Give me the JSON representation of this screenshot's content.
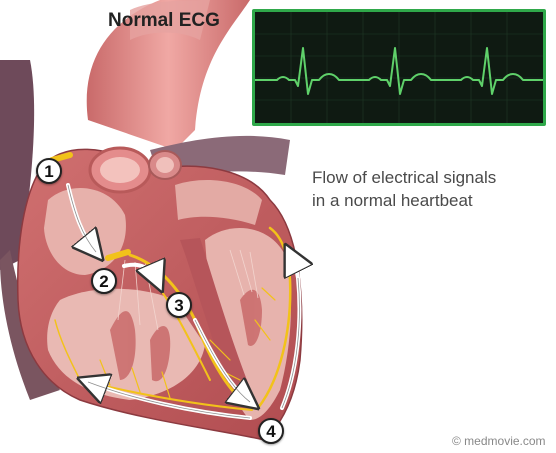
{
  "ecg": {
    "title": "Normal ECG",
    "trace_color": "#5fd16a",
    "screen_color": "#0f1a12",
    "frame_color": "#2fa84a"
  },
  "caption": {
    "line1": "Flow of electrical signals",
    "line2": "in a normal heartbeat"
  },
  "steps": [
    "1",
    "2",
    "3",
    "4"
  ],
  "credit": "© medmovie.com",
  "colors": {
    "heart_wall": "#c9625f",
    "chamber": "#e8b6b0",
    "vessel": "#d98585",
    "conduction": "#f2c21a",
    "arrow": "#ffffff"
  }
}
